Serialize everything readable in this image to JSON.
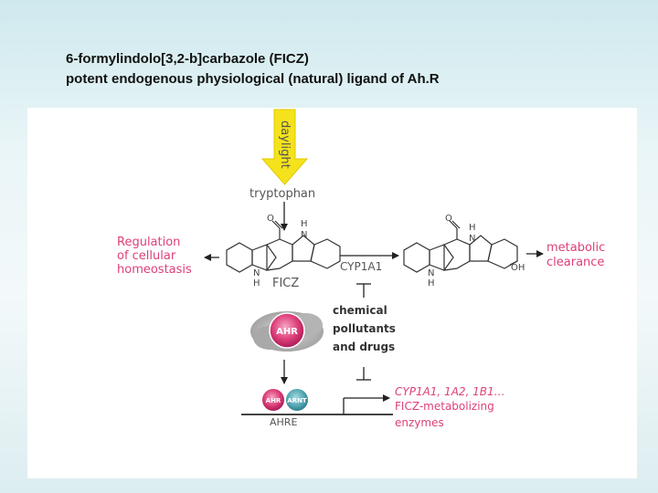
{
  "title": {
    "line1": "6-formylindolo[3,2-b]carbazole (FICZ)",
    "line2": "potent endogenous physiological (natural) ligand of Ah.R"
  },
  "diagram": {
    "daylight": "daylight",
    "tryptophan": "tryptophan",
    "ficz": "FICZ",
    "cyp1a1": "CYP1A1",
    "regulation": [
      "Regulation",
      "of cellular",
      "homeostasis"
    ],
    "metabolic": [
      "metabolic",
      "clearance"
    ],
    "chemicals": [
      "chemical",
      "pollutants",
      "and drugs"
    ],
    "ahr": "AHR",
    "arnt": "ARNT",
    "ahre": "AHRE",
    "genes": [
      "CYP1A1, 1A2, 1B1…",
      "FICZ-metabolizing",
      "enzymes"
    ],
    "atoms": {
      "o": "O",
      "h": "H",
      "n": "N",
      "oh": "OH"
    }
  },
  "colors": {
    "pink": "#dd3f7a",
    "daylight_arrow": "#f4e21c",
    "teal": "#58aab6"
  }
}
